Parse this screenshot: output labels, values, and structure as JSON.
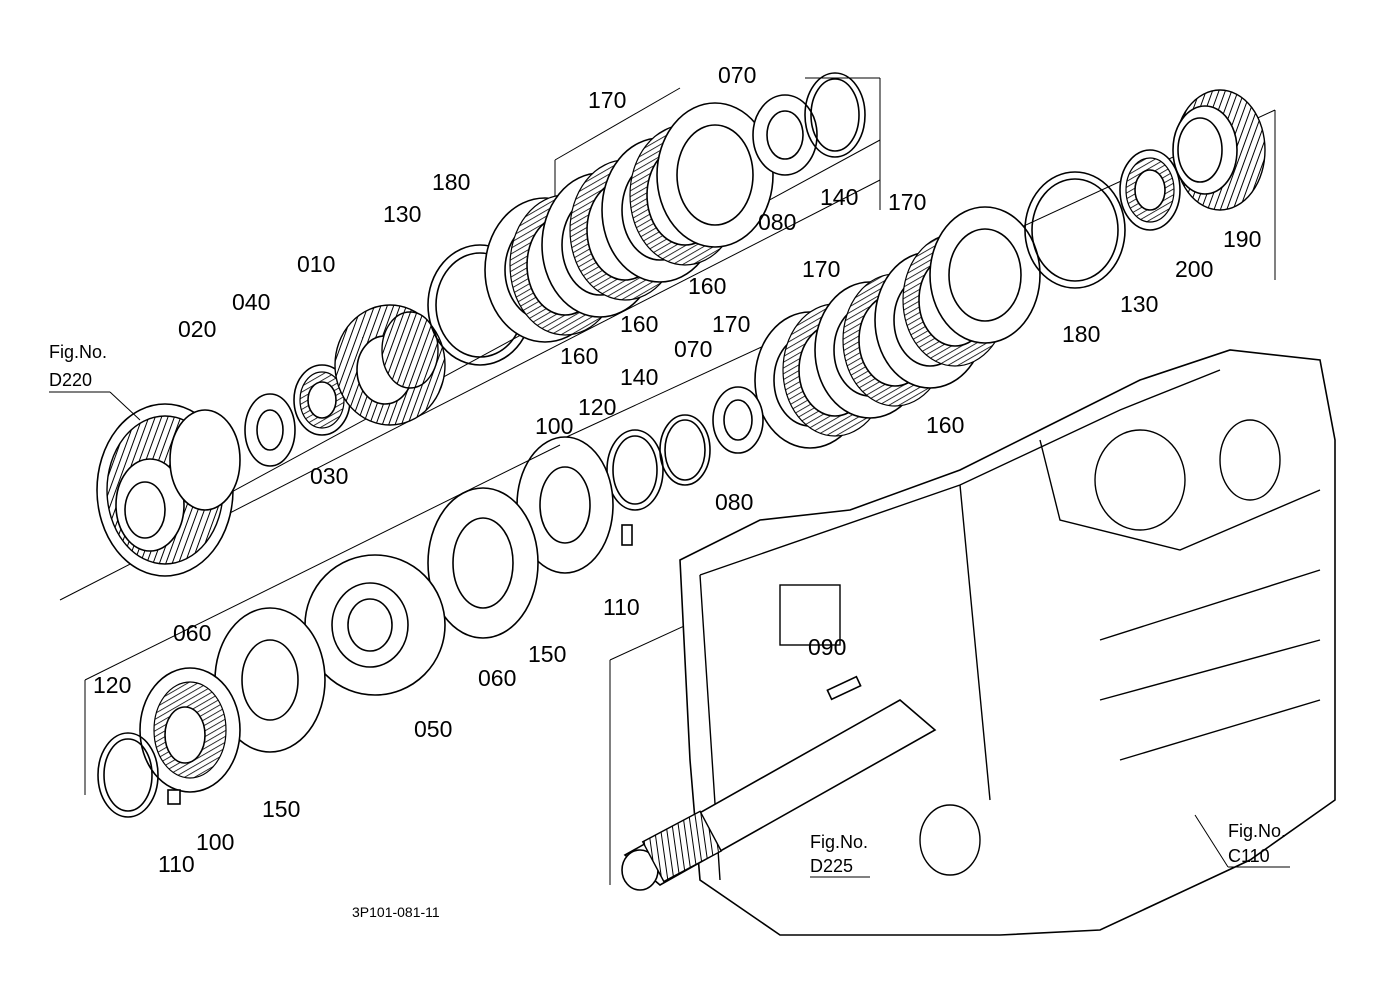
{
  "diagram": {
    "drawing_code": "3P101-081-11",
    "figure_refs": [
      {
        "id": "ref-d220",
        "line1": "Fig.No.",
        "line2": "D220"
      },
      {
        "id": "ref-d225",
        "line1": "Fig.No.",
        "line2": "D225"
      },
      {
        "id": "ref-c110",
        "line1": "Fig.No.",
        "line2": "C110"
      }
    ],
    "part_labels": [
      "070",
      "170",
      "140",
      "080",
      "180",
      "130",
      "010",
      "160",
      "160",
      "160",
      "040",
      "020",
      "030",
      "170",
      "190",
      "200",
      "130",
      "170",
      "180",
      "170",
      "070",
      "140",
      "160",
      "100",
      "120",
      "080",
      "110",
      "060",
      "060",
      "150",
      "120",
      "050",
      "150",
      "110",
      "100",
      "090"
    ]
  }
}
